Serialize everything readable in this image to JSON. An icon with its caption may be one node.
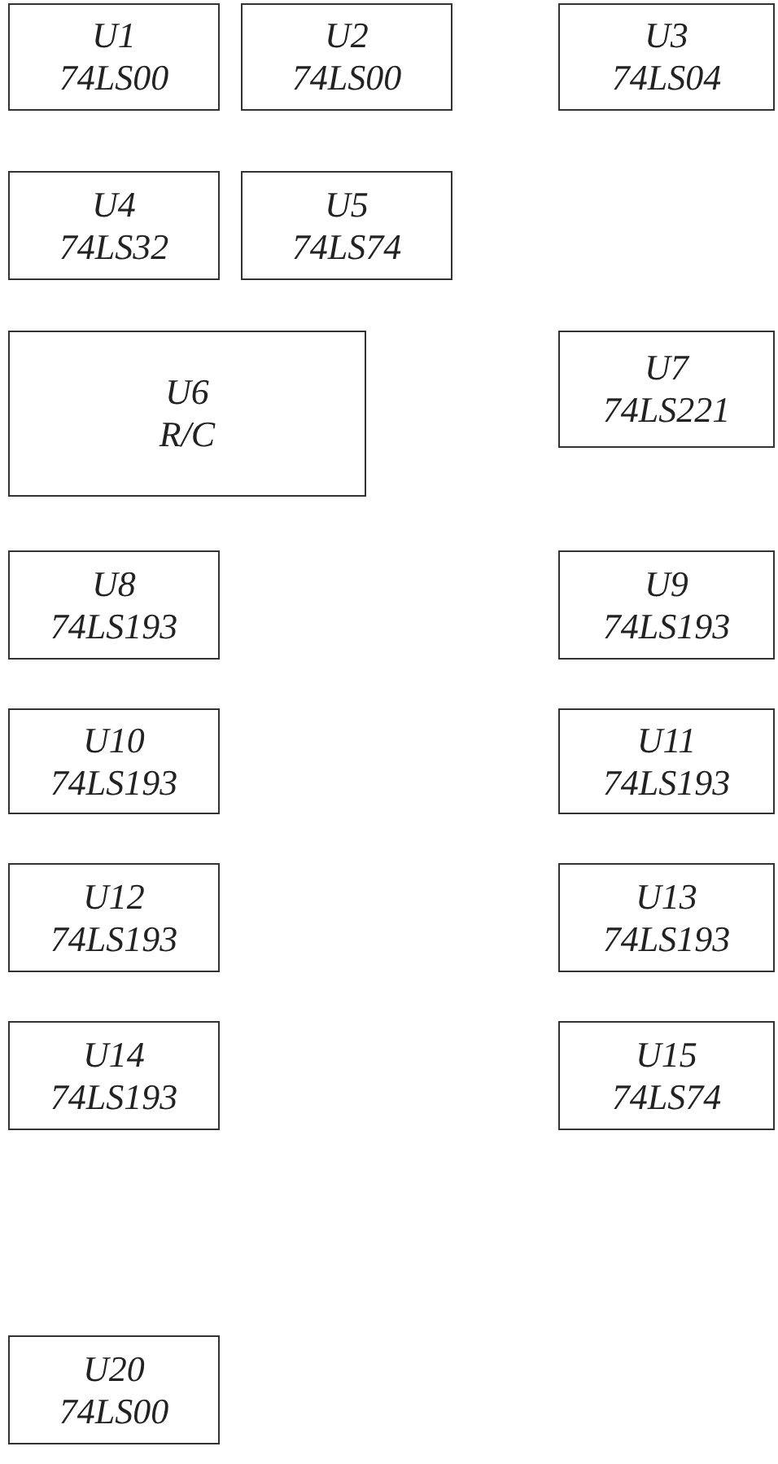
{
  "diagram": {
    "nodes": [
      {
        "text": [
          "U1",
          "74LS00"
        ]
      },
      {
        "text": [
          "U2",
          "74LS00"
        ]
      },
      {
        "text": [
          "U3",
          "74LS04"
        ]
      },
      {
        "text": [
          "U4",
          "74LS32"
        ]
      },
      {
        "text": [
          "U5",
          "74LS74"
        ]
      },
      {
        "text": [
          "U6",
          "R/C"
        ]
      },
      {
        "text": [
          "U7",
          "74LS221"
        ]
      },
      {
        "text": [
          "U8",
          "74LS193"
        ]
      },
      {
        "text": [
          "U9",
          "74LS193"
        ]
      },
      {
        "text": [
          "U10",
          "74LS193"
        ]
      },
      {
        "text": [
          "U11",
          "74LS193"
        ]
      },
      {
        "text": [
          "U12",
          "74LS193"
        ]
      },
      {
        "text": [
          "U13",
          "74LS193"
        ]
      },
      {
        "text": [
          "U14",
          "74LS193"
        ]
      },
      {
        "text": [
          "U15",
          "74LS74"
        ]
      },
      {
        "text": [
          "U20",
          "74LS00"
        ]
      }
    ]
  }
}
